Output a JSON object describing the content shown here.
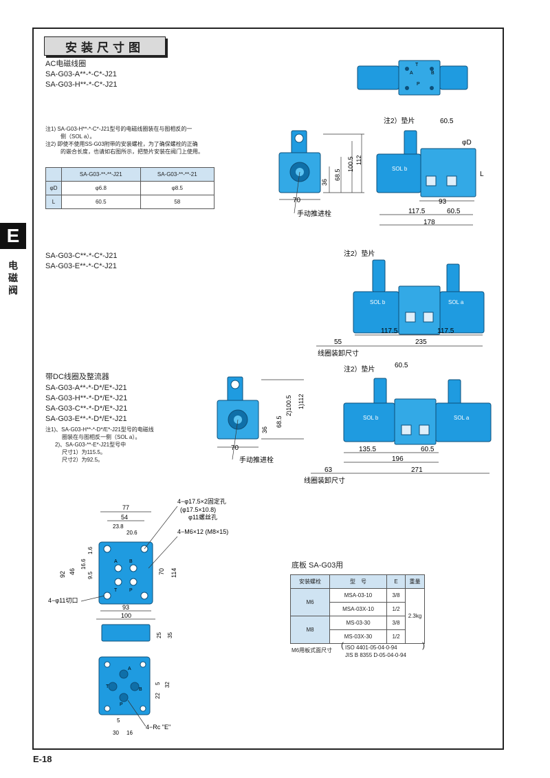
{
  "section_title": "安装尺寸图",
  "side_tab": {
    "letter": "E",
    "text": "电磁阀"
  },
  "page_number": "E-18",
  "ac_block": {
    "heading": "AC电磁线圈",
    "models": [
      "SA-G03-A**-*-C*-J21",
      "SA-G03-H**-*-C*-J21"
    ]
  },
  "notes_top": [
    "注1) SA-G03-H**-*-C*-J21型号的电磁线圈装在与图相反的一",
    "侧（SOL a）。",
    "注2) 即使不使用SS-G03附带的安装螺栓，为了确保螺栓的正确",
    "的嵌合长度，也请如右图所示，把垫片安装在阀门上使用。"
  ],
  "table_top": {
    "headers": [
      "",
      "SA-G03-**-**-J21",
      "SA-G03-**-**-21"
    ],
    "rows": [
      [
        "φD",
        "φ6.8",
        "φ8.5"
      ],
      [
        "L",
        "60.5",
        "58"
      ]
    ]
  },
  "middle_models": [
    "SA-G03-C**-*-C*-J21",
    "SA-G03-E**-*-C*-J21"
  ],
  "dc_block": {
    "heading": "带DC线圈及整流器",
    "models": [
      "SA-G03-A**-*-D*/E*-J21",
      "SA-G03-H**-*-D*/E*-J21",
      "SA-G03-C**-*-D*/E*-J21",
      "SA-G03-E**-*-D*/E*-J21"
    ],
    "notes": [
      "注1)、SA-G03-H**-*-D*/E*-J21型号的电磁线",
      "圈装在与图相反一侧（SOL a）。",
      "2)、SA-G03-**-E*-J21型号中",
      "尺寸1）为115.5。",
      "尺寸2）为92.5。"
    ]
  },
  "labels": {
    "manual_pin": "手动推进栓",
    "shim": "注2）垫片",
    "coil_removal": "线圈装卸尺寸",
    "sol_a": "SOL a",
    "sol_b": "SOL b",
    "phi_d": "φD",
    "L": "L",
    "port_a": "A",
    "port_b": "B",
    "port_p": "P",
    "port_t": "T"
  },
  "dims": {
    "d1": [
      "60.5",
      "36",
      "68.5",
      "100.5",
      "112",
      "70",
      "93",
      "117.5",
      "60.5",
      "178"
    ],
    "d2": [
      "55",
      "117.5",
      "117.5",
      "235"
    ],
    "d3": [
      "60.5",
      "36",
      "68.5",
      "2)100.5",
      "1)112",
      "70",
      "135.5",
      "60.5",
      "196",
      "63",
      "271"
    ],
    "plate": [
      "77",
      "54",
      "23.8",
      "20.6",
      "1.6",
      "16.6",
      "9.5",
      "46",
      "92",
      "70",
      "114",
      "93",
      "100",
      "25",
      "35"
    ],
    "bottom": [
      "5",
      "32",
      "22",
      "5",
      "30",
      "16"
    ]
  },
  "plate_notes": {
    "fix_holes": "4−φ17.5×2固定孔",
    "fix_holes2": "(φ17.5×10.8)",
    "thread_hole": "φ11螺丝孔",
    "thread": "4−M6×12 (M8×15)",
    "cut": "4−φ11切口",
    "rc": "4−Rc \"E\""
  },
  "base_table": {
    "title": "底板  SA-G03用",
    "headers": [
      "安装螺栓",
      "型　号",
      "E",
      "重量"
    ],
    "rows": [
      [
        "M6",
        "MSA-03-10",
        "3/8"
      ],
      [
        "",
        "MSA-03X-10",
        "1/2"
      ],
      [
        "M8",
        "MS-03-30",
        "3/8"
      ],
      [
        "",
        "MS-03X-30",
        "1/2"
      ]
    ],
    "weight": "2.3kg",
    "footnote_label": "M6用板式面尺寸",
    "footnote_std": [
      "ISO 4401-05-04-0-94",
      "JIS B 8355 D-05-04-0-94"
    ]
  }
}
